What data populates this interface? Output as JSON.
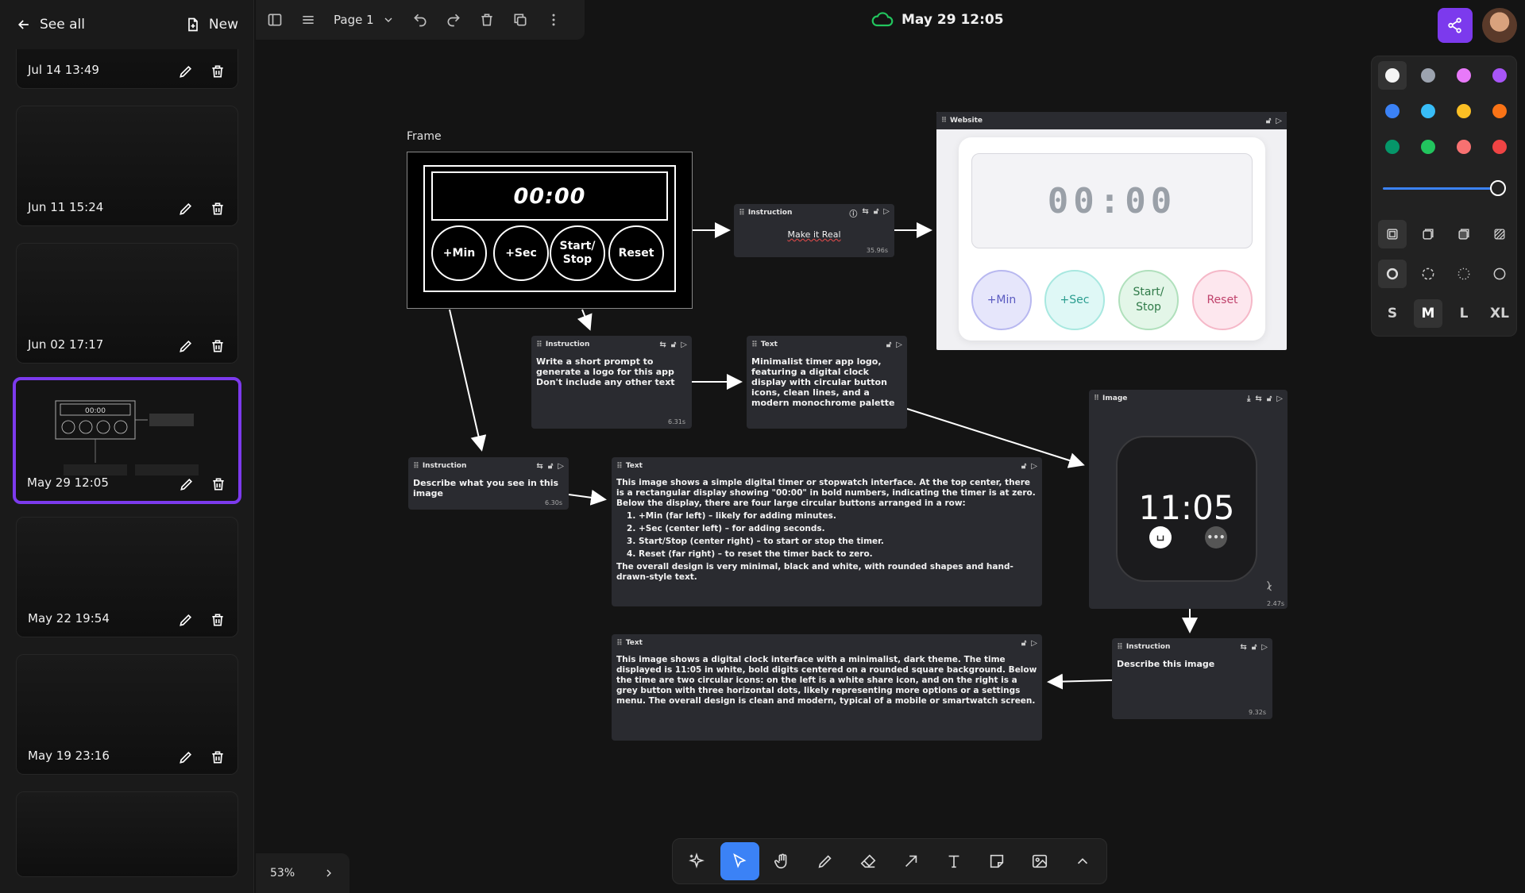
{
  "sidebar": {
    "back_label": "See all",
    "new_label": "New",
    "cards": [
      {
        "date": "Jul 14 13:49"
      },
      {
        "date": "Jun 11 15:24"
      },
      {
        "date": "Jun 02 17:17"
      },
      {
        "date": "May 29 12:05",
        "active": true
      },
      {
        "date": "May 22 19:54"
      },
      {
        "date": "May 19 23:16"
      },
      {
        "date": ""
      }
    ]
  },
  "toolbar_top": {
    "page_label": "Page 1"
  },
  "title": "May 29 12:05",
  "style_panel": {
    "colors": [
      "#f5f5f5",
      "#9ca3af",
      "#e879f9",
      "#a855f7",
      "#3b82f6",
      "#38bdf8",
      "#fbbf24",
      "#f97316",
      "#059669",
      "#22c55e",
      "#f87171",
      "#ef4444"
    ],
    "sizes": [
      "S",
      "M",
      "L",
      "XL"
    ],
    "selected_size": "M",
    "opacity": 1.0
  },
  "canvas": {
    "frame": {
      "label": "Frame",
      "display": "00:00",
      "buttons": [
        "+Min",
        "+Sec",
        "Start/ Stop",
        "Reset"
      ]
    },
    "instruction1": {
      "title": "Instruction",
      "text": "Make it Real",
      "time": "35.96s"
    },
    "website": {
      "title": "Website",
      "display": "00:00",
      "buttons": [
        {
          "label": "+Min",
          "bg": "#e6e6fb",
          "border": "#b8b8f0",
          "color": "#5a5ac0"
        },
        {
          "label": "+Sec",
          "bg": "#dff8f6",
          "border": "#a8e8e0",
          "color": "#2a9d8f"
        },
        {
          "label": "Start/ Stop",
          "bg": "#e3f6e8",
          "border": "#b0e0bc",
          "color": "#2f7a48"
        },
        {
          "label": "Reset",
          "bg": "#fde7ee",
          "border": "#f5b8c8",
          "color": "#c0436c"
        }
      ]
    },
    "instruction2": {
      "title": "Instruction",
      "text": "Write a short prompt to generate a logo for this app\nDon't include any other text",
      "time": "6.31s"
    },
    "text1": {
      "title": "Text",
      "text": "Minimalist timer app logo, featuring a digital clock display with circular button icons, clean lines, and a modern monochrome palette"
    },
    "instruction3": {
      "title": "Instruction",
      "text": "Describe what you see in this image",
      "time": "6.30s"
    },
    "text2": {
      "title": "Text",
      "intro": "This image shows a simple digital timer or stopwatch interface. At the top center, there is a rectangular display showing \"00:00\" in bold numbers, indicating the timer is at zero.",
      "intro2": "Below the display, there are four large circular buttons arranged in a row:",
      "items": [
        "+Min (far left) – likely for adding minutes.",
        "+Sec (center left) – for adding seconds.",
        "Start/Stop (center right) – to start or stop the timer.",
        "Reset (far right) – to reset the timer back to zero."
      ],
      "outro": "The overall design is very minimal, black and white, with rounded shapes and hand-drawn-style text."
    },
    "image": {
      "title": "Image",
      "time_text": "11:05",
      "time": "2.47s"
    },
    "text3": {
      "title": "Text",
      "text": "This image shows a digital clock interface with a minimalist, dark theme. The time displayed is 11:05 in white, bold digits centered on a rounded square background. Below the time are two circular icons: on the left is a white share icon, and on the right is a grey button with three horizontal dots, likely representing more options or a settings menu. The overall design is clean and modern, typical of a mobile or smartwatch screen."
    },
    "instruction4": {
      "title": "Instruction",
      "text": "Describe this image",
      "time": "9.32s"
    }
  },
  "zoom": "53%",
  "tools": [
    "sparkle-icon",
    "cursor-icon",
    "hand-icon",
    "pencil-icon",
    "eraser-icon",
    "arrow-icon",
    "text-icon",
    "note-icon",
    "image-icon",
    "chevron-up-icon"
  ],
  "active_tool": "cursor-icon"
}
